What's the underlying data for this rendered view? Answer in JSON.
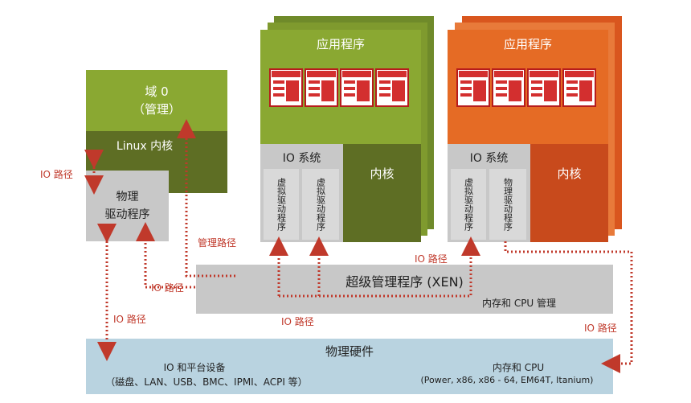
{
  "domain0": {
    "title_line1": "域 0",
    "title_line2": "（管理）",
    "kernel": "Linux 内核",
    "driver_line1": "物理",
    "driver_line2": "驱动程序"
  },
  "vm1": {
    "apps": "应用程序",
    "io_system": "IO 系统",
    "kernel": "内核",
    "vdriver1": "虚拟驱动程序",
    "vdriver2": "虚拟驱动程序"
  },
  "vm2": {
    "apps": "应用程序",
    "io_system": "IO 系统",
    "kernel": "内核",
    "vdriver1": "虚拟驱动程序",
    "vdriver2": "物理驱动程序"
  },
  "xen": {
    "title": "超级管理程序 (XEN)",
    "subtitle": "内存和 CPU 管理"
  },
  "hardware": {
    "title": "物理硬件",
    "io_title": "IO 和平台设备",
    "io_detail": "（磁盘、LAN、USB、BMC、IPMI、ACPI 等）",
    "cpu_title": "内存和 CPU",
    "cpu_detail": "(Power, x86, x86 - 64, EM64T, Itanium)"
  },
  "labels": {
    "io_path_left": "IO 路径",
    "mgmt_path": "管理路径",
    "io_path_mid": "IO 路径",
    "io_path_center": "IO 路径",
    "io_path_bottom": "IO 路径",
    "io_path_lower": "IO 路径",
    "io_path_right": "IO 路径"
  },
  "colors": {
    "green_light": "#8aa832",
    "green_dark": "#5e6e24",
    "orange": "#e56b25",
    "orange_dark": "#c84a1c",
    "gray": "#c8c8c8",
    "hw_blue": "#b9d3e0",
    "arrow": "#c0392b"
  }
}
